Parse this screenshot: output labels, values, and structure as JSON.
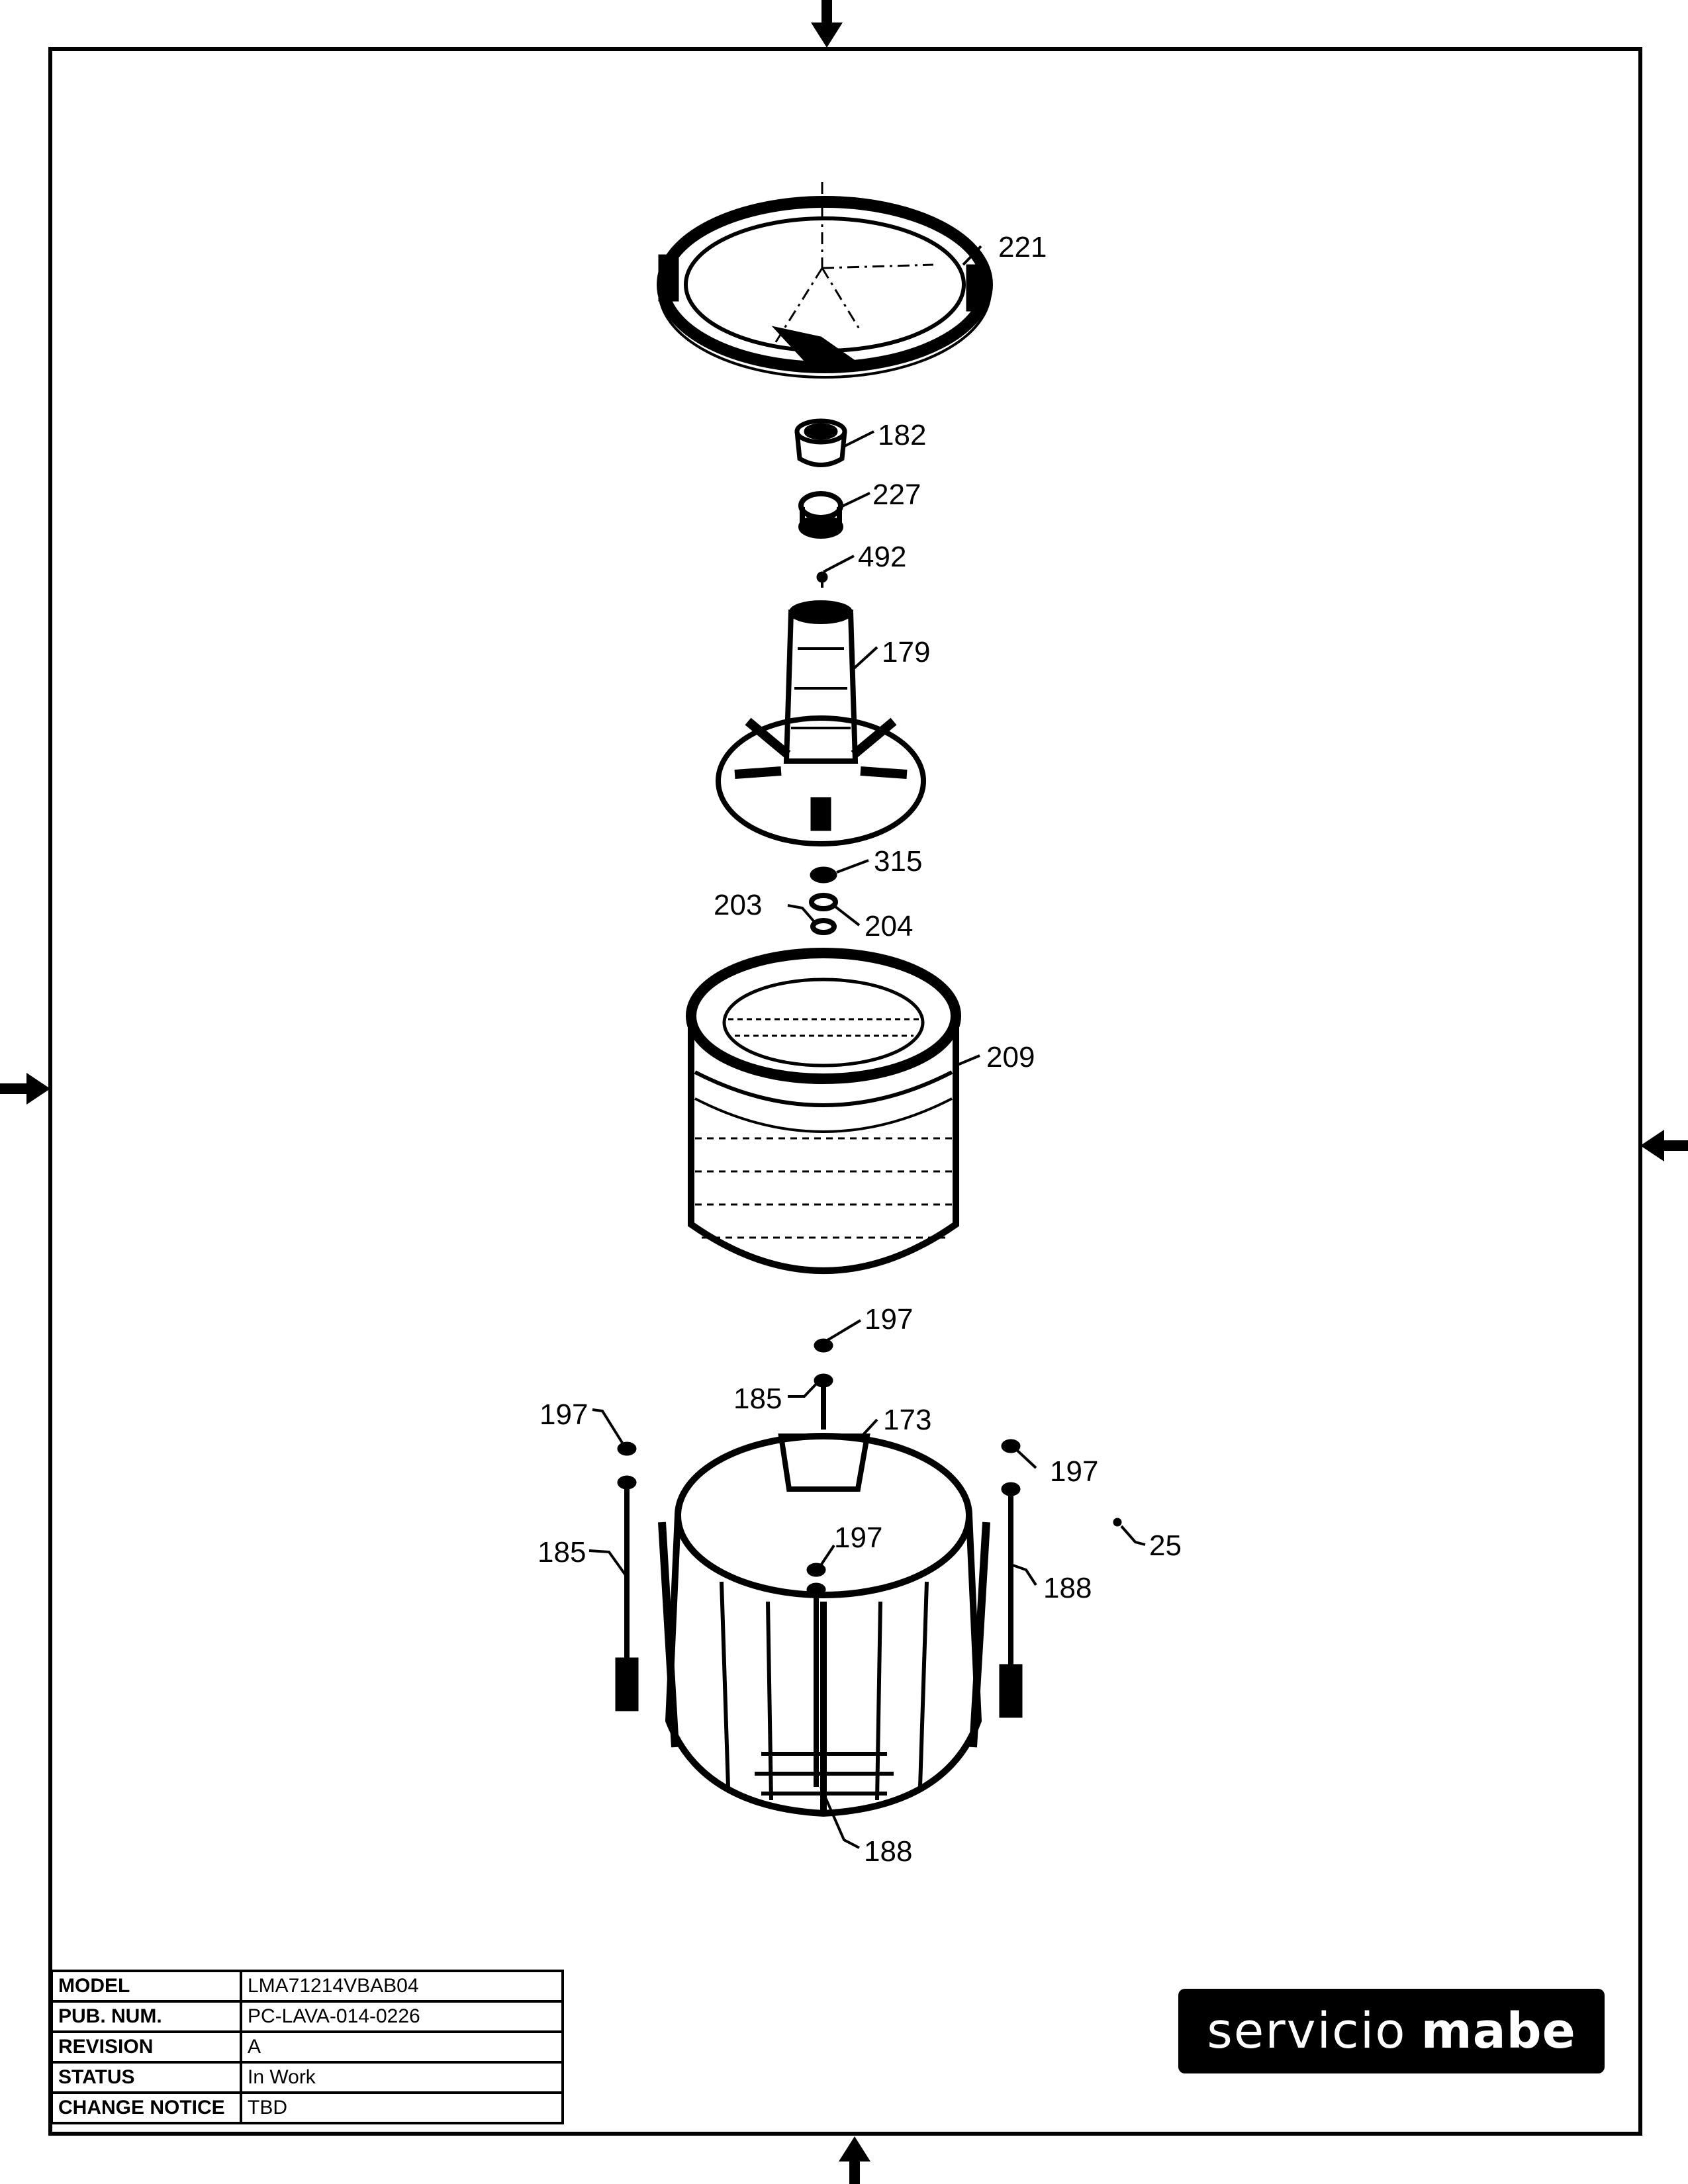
{
  "callouts": {
    "c221": "221",
    "c182": "182",
    "c227": "227",
    "c492": "492",
    "c179": "179",
    "c315": "315",
    "c203": "203",
    "c204": "204",
    "c209": "209",
    "c197a": "197",
    "c185a": "185",
    "c173": "173",
    "c197b": "197",
    "c197c": "197",
    "c25": "25",
    "c185b": "185",
    "c197d": "197",
    "c188a": "188",
    "c188b": "188"
  },
  "title_block": {
    "rows": [
      {
        "key": "MODEL",
        "value": "LMA71214VBAB04"
      },
      {
        "key": "PUB. NUM.",
        "value": "PC-LAVA-014-0226"
      },
      {
        "key": "REVISION",
        "value": "A"
      },
      {
        "key": "STATUS",
        "value": "In Work"
      },
      {
        "key": "CHANGE NOTICE",
        "value": "TBD"
      }
    ]
  },
  "logo": {
    "light": "servicio",
    "bold": "mabe"
  }
}
